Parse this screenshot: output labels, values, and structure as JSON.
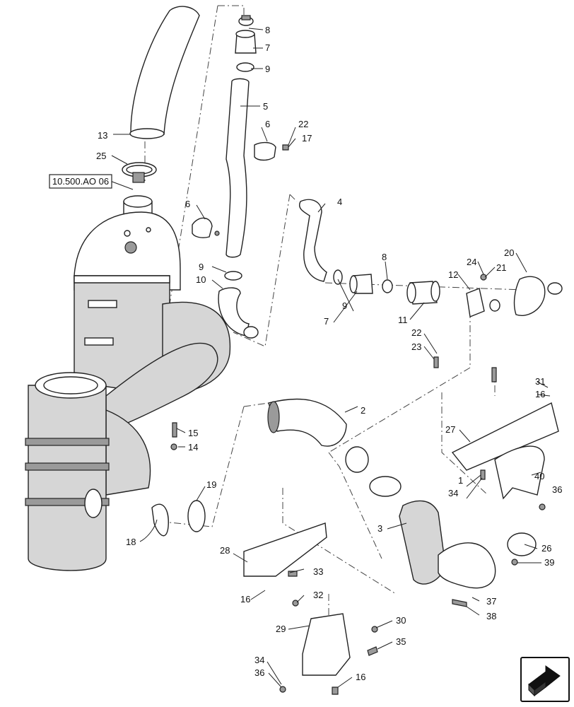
{
  "reference_label": "10.500.AO 06",
  "callouts": {
    "c1": "1",
    "c2": "2",
    "c3": "3",
    "c4": "4",
    "c5": "5",
    "c6a": "6",
    "c6b": "6",
    "c7a": "7",
    "c7b": "7",
    "c8a": "8",
    "c8b": "8",
    "c9a": "9",
    "c9b": "9",
    "c9c": "9",
    "c10": "10",
    "c11": "11",
    "c12": "12",
    "c13": "13",
    "c14": "14",
    "c15": "15",
    "c16a": "16",
    "c16b": "16",
    "c16c": "16",
    "c17": "17",
    "c18": "18",
    "c19": "19",
    "c20": "20",
    "c21": "21",
    "c22a": "22",
    "c22b": "22",
    "c23": "23",
    "c24": "24",
    "c25": "25",
    "c26": "26",
    "c27": "27",
    "c28": "28",
    "c29": "29",
    "c30": "30",
    "c31": "31",
    "c32": "32",
    "c33": "33",
    "c34a": "34",
    "c34b": "34",
    "c35": "35",
    "c36a": "36",
    "c36b": "36",
    "c37": "37",
    "c38": "38",
    "c39": "39",
    "c40": "40"
  },
  "nav_icon": "next-page-arrow-icon"
}
